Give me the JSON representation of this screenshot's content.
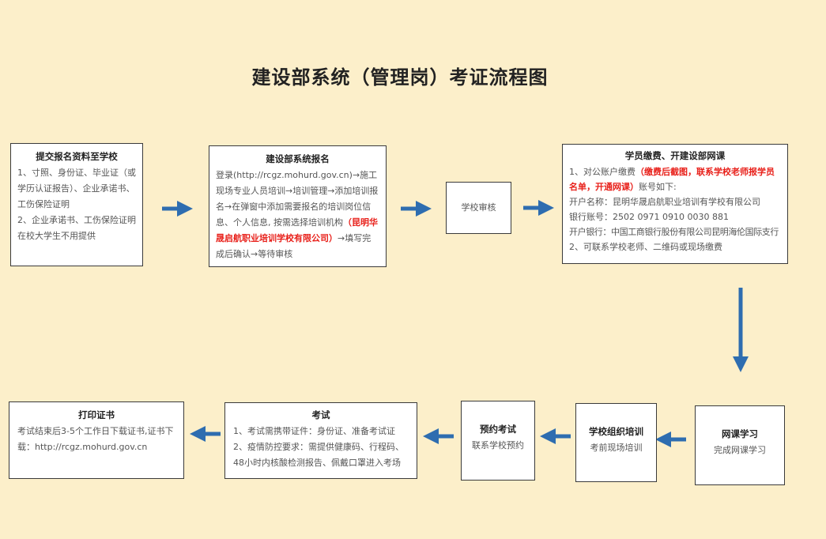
{
  "title": "建设部系统（管理岗）考证流程图",
  "colors": {
    "background": "#fcefca",
    "arrow": "#2e6db0",
    "highlight": "#e8201a"
  },
  "steps": {
    "submit": {
      "heading": "提交报名资料至学校",
      "lines": [
        "1、寸照、身份证、毕业证（或学历认证报告）、企业承诺书、工伤保险证明",
        "2、企业承诺书、工伤保险证明在校大学生不用提供"
      ]
    },
    "register": {
      "heading": "建设部系统报名",
      "text_pre": "登录(http://rcgz.mohurd.gov.cn)→施工现场专业人员培训→培训管理→添加培训报名→在弹窗中添加需要报名的培训岗位信息、个人信息, 按需选择培训机构",
      "text_red": "（昆明华晟启航职业培训学校有限公司）",
      "text_post": "→填写完成后确认→等待审核"
    },
    "review": {
      "label": "学校审核"
    },
    "payment": {
      "heading": "学员缴费、开建设部网课",
      "line1_pre": "1、对公账户缴费",
      "line1_red": "（缴费后截图，联系学校老师报学员名单，开通网课）",
      "line1_post": "账号如下:",
      "account_name": "开户名称：昆明华晟启航职业培训有学校有限公司",
      "account_number": "银行账号：2502 0971 0910 0030 881",
      "bank": "开户银行：中国工商银行股份有限公司昆明海伦国际支行",
      "line2": "2、可联系学校老师、二维码或现场缴费"
    },
    "online_study": {
      "heading": "网课学习",
      "text": "完成网课学习"
    },
    "training": {
      "heading": "学校组织培训",
      "text": "考前现场培训"
    },
    "booking": {
      "heading": "预约考试",
      "text": "联系学校预约"
    },
    "exam": {
      "heading": "考试",
      "lines": [
        "1、考试需携带证件：身份证、准备考试证",
        "2、疫情防控要求：需提供健康码、行程码、48小时内核酸检测报告、佩戴口罩进入考场"
      ]
    },
    "certificate": {
      "heading": "打印证书",
      "text": "考试结束后3-5个工作日下载证书,证书下载：http://rcgz.mohurd.gov.cn"
    }
  }
}
